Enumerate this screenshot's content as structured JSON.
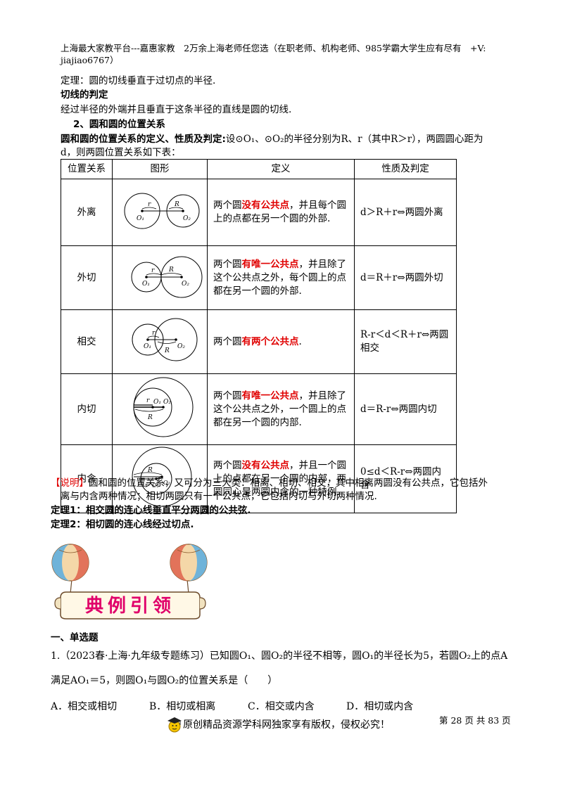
{
  "header": {
    "line1": "上海最大家教平台---嘉惠家教　2万余上海老师任您选（在职老师、机构老师、985学霸大学生应有尽有　+V:",
    "line2": "jiajiao6767）"
  },
  "intro": {
    "theorem": "定理：圆的切线垂直于过切点的半径.",
    "judge_title": "切线的判定",
    "judge_text": "经过半径的外端并且垂直于这条半径的直线是圆的切线.",
    "section_title": "2、圆和圆的位置关系",
    "def_bold": "圆和圆的位置关系的定义、性质及判定:",
    "def_text1": "设⊙O₁、⊙O₂的半径分别为R、r（其中R＞r），两圆圆心距为",
    "def_text2": "d，则两圆位置关系如下表："
  },
  "table": {
    "headers": [
      "位置关系",
      "图形",
      "定义",
      "性质及判定"
    ],
    "rows": [
      {
        "name": "外离",
        "def_pre": "两个圆",
        "def_red": "没有公共点",
        "def_post": "，并且每个圆上的点都在另一个圆的外部.",
        "prop": "d＞R＋r⇔两圆外离"
      },
      {
        "name": "外切",
        "def_pre": "两个圆",
        "def_red": "有唯一公共点",
        "def_post": "，并且除了这个公共点之外，每个圆上的点都在另一个圆的外部.",
        "prop": "d＝R＋r⇔两圆外切"
      },
      {
        "name": "相交",
        "def_pre": "两个圆",
        "def_red": "有两个公共点",
        "def_post": ".",
        "prop": "R-r＜d＜R＋r⇔两圆相交"
      },
      {
        "name": "内切",
        "def_pre": "两个圆",
        "def_red": "有唯一公共点",
        "def_post": "，并且除了这个公共点之外，一个圆上的点都在另一个圆的内部.",
        "prop": "d＝R-r⇔两圆内切"
      },
      {
        "name": "内含",
        "def_pre": "两个圆",
        "def_red": "没有公共点",
        "def_post": "，并且一个圆上的点都在另一个圆的内部，两圆同心是两圆内含的一种特例.",
        "prop": "0≤d＜R-r⇔两圆内含"
      }
    ],
    "labels": {
      "r": "r",
      "R": "R",
      "O1": "O₁",
      "O2": "O₂"
    }
  },
  "notes": {
    "note_tag": "【说明】",
    "note_text1": "圆和圆的位置关系，又可分为三大类：相离、相切、相交，其中相离两圆没有公共点，它包括外",
    "note_text2": "离与内含两种情况；相切两圆只有一个公共点，它包括内切与外切两种情况.",
    "theorem1": "定理1：相交圆的连心线垂直平分两圆的公共弦.",
    "theorem2": "定理2：相切圆的连心线经过切点."
  },
  "banner": {
    "title": "典例引领"
  },
  "exercise": {
    "section": "一、单选题",
    "q_line1": "1.（2023春·上海·九年级专题练习）已知圆O₁、圆O₂的半径不相等，圆O₁的半径长为5，若圆O₂上的点A",
    "q_line2": "满足AO₁＝5，则圆O₁与圆O₂的位置关系是（　　）",
    "options": [
      "A．相交或相切",
      "B．相切或相离",
      "C．相交或内含",
      "D．相切或内含"
    ]
  },
  "footer": {
    "page": "第 28 页 共 83 页",
    "copyright": "原创精品资源学科网独家享有版权，侵权必究！"
  }
}
